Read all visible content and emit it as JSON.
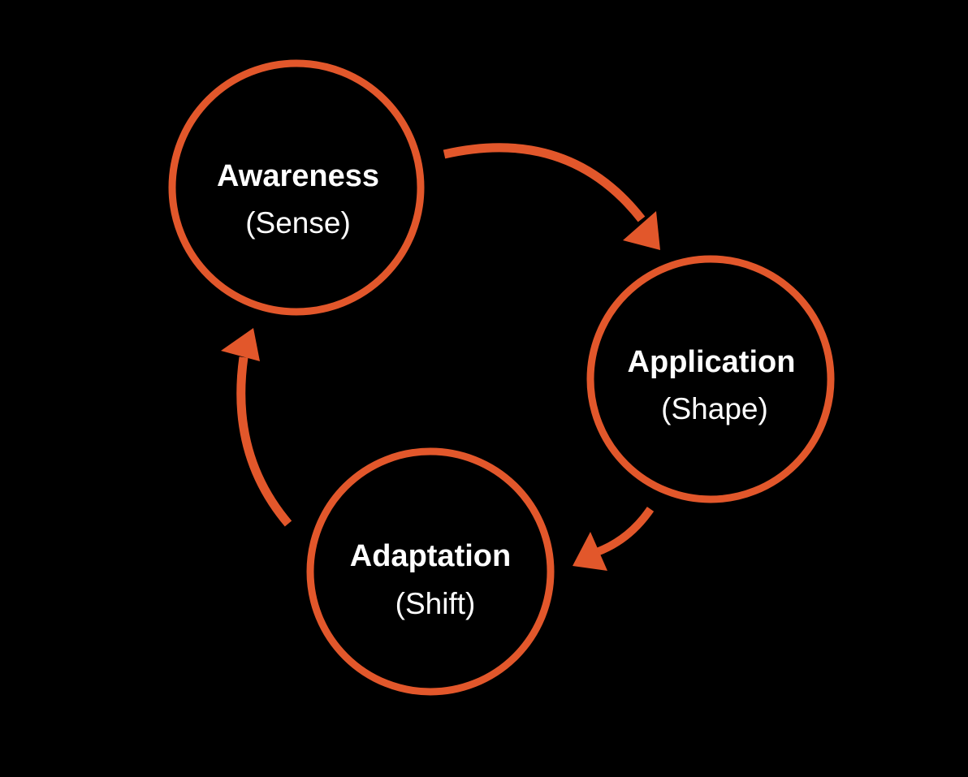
{
  "diagram": {
    "type": "cycle",
    "accent_color": "#e2572b",
    "background_color": "#000000",
    "text_color": "#ffffff",
    "nodes": [
      {
        "id": "awareness",
        "title": "Awareness",
        "subtitle": "(Sense)"
      },
      {
        "id": "application",
        "title": "Application",
        "subtitle": "(Shape)"
      },
      {
        "id": "adaptation",
        "title": "Adaptation",
        "subtitle": "(Shift)"
      }
    ],
    "edges": [
      {
        "from": "awareness",
        "to": "application"
      },
      {
        "from": "application",
        "to": "adaptation"
      },
      {
        "from": "adaptation",
        "to": "awareness"
      }
    ]
  }
}
